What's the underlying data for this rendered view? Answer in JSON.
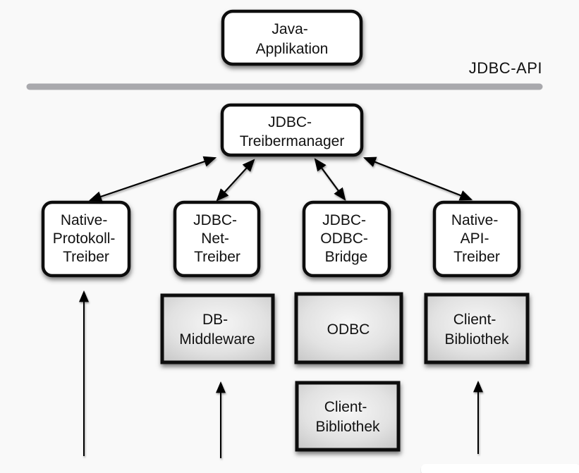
{
  "diagram": {
    "api_label": "JDBC-API",
    "nodes": {
      "java_applikation": {
        "line1": "Java-",
        "line2": "Applikation"
      },
      "jdbc_treibermanager": {
        "line1": "JDBC-",
        "line2": "Treibermanager"
      },
      "native_protokoll_treiber": {
        "line1": "Native-",
        "line2": "Protokoll-",
        "line3": "Treiber"
      },
      "jdbc_net_treiber": {
        "line1": "JDBC-",
        "line2": "Net-",
        "line3": "Treiber"
      },
      "jdbc_odbc_bridge": {
        "line1": "JDBC-",
        "line2": "ODBC-",
        "line3": "Bridge"
      },
      "native_api_treiber": {
        "line1": "Native-",
        "line2": "API-",
        "line3": "Treiber"
      },
      "db_middleware": {
        "line1": "DB-",
        "line2": "Middleware"
      },
      "odbc": {
        "line1": "ODBC"
      },
      "client_bibliothek_middle": {
        "line1": "Client-",
        "line2": "Bibliothek"
      },
      "client_bibliothek_right": {
        "line1": "Client-",
        "line2": "Bibliothek"
      }
    },
    "colors": {
      "background": "#f9f9f9",
      "divider": "#a9a9ad",
      "box_fill": "#ffffff",
      "box_border": "#0b0b0b",
      "gray_box_center": "#f6f6f6",
      "gray_box_edge": "#c4c4c4",
      "text": "#111111",
      "arrow": "#000000"
    }
  }
}
